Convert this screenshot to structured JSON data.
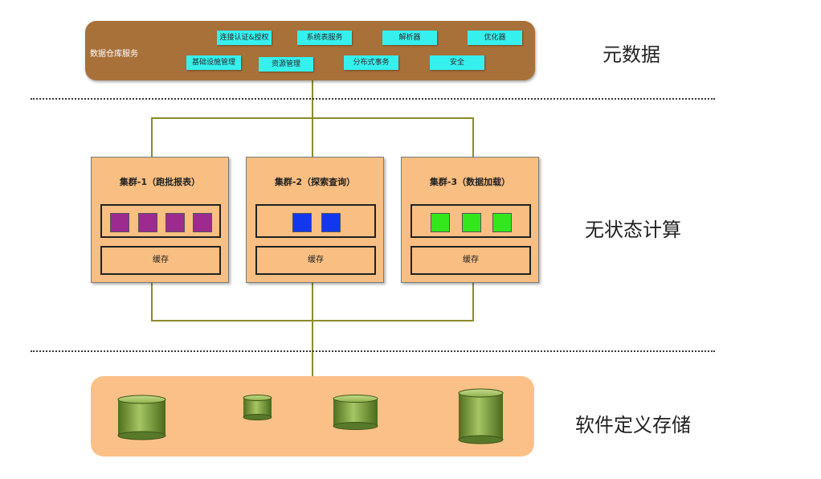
{
  "metadata_layer": {
    "title": "数据仓库服务",
    "services_top": [
      "连接认证&授权",
      "系统表服务",
      "解析器",
      "优化器"
    ],
    "services_bottom": [
      "基础设施管理",
      "资源管理",
      "分布式事务",
      "安全"
    ],
    "service_color": "#36f0ee",
    "bar_color": "#a8713a",
    "label": "元数据"
  },
  "compute_layer": {
    "label": "无状态计算",
    "clusters": [
      {
        "title": "集群-1（跑批报表）",
        "slot_count": 4,
        "slot_color": "#9c2a8f",
        "cache_label": "缓存"
      },
      {
        "title": "集群-2（探索查询）",
        "slot_count": 2,
        "slot_color": "#1238ee",
        "cache_label": "缓存"
      },
      {
        "title": "集群-3（数据加载）",
        "slot_count": 3,
        "slot_color": "#34e61c",
        "cache_label": "缓存"
      }
    ],
    "cluster_color": "#f9be81"
  },
  "storage_layer": {
    "label": "软件定义存储",
    "disk_count": 4,
    "disk_color": "#8fb04a",
    "background_color": "#fbc088"
  },
  "connector_color": "#8b8b2c"
}
